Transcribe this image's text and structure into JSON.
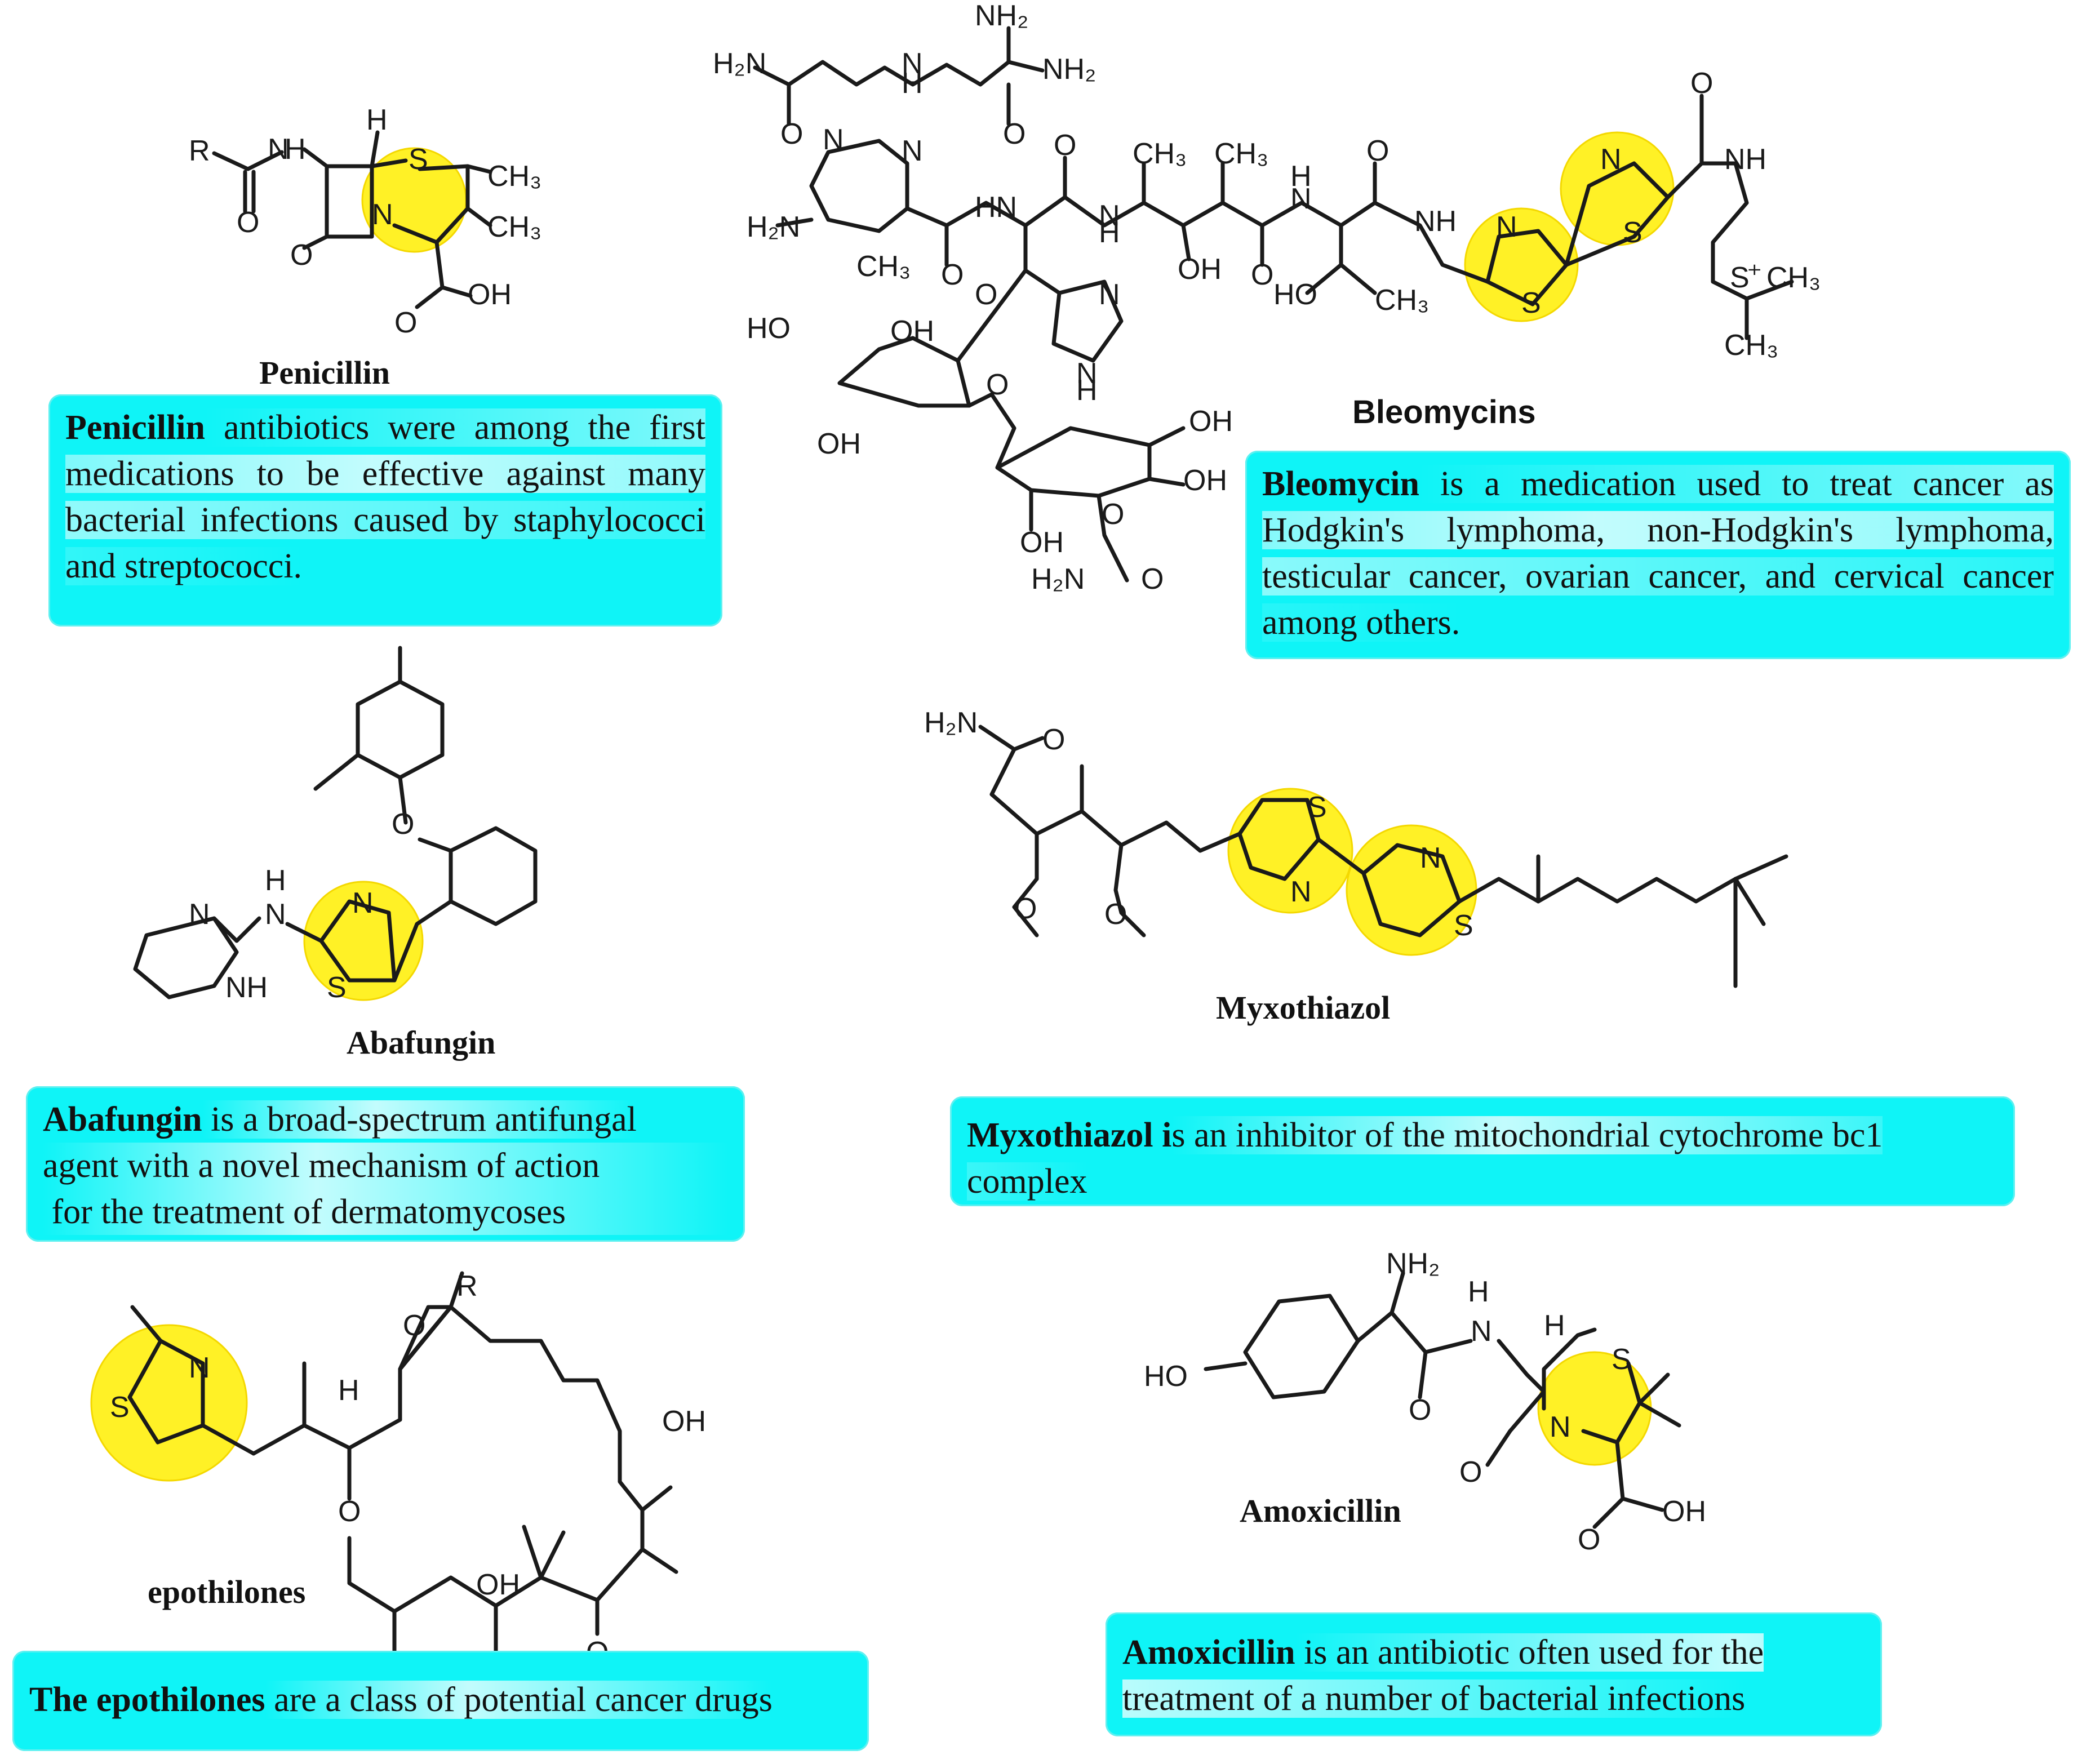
{
  "compounds": {
    "penicillin": {
      "name": "Penicillin",
      "desc_bold": "Penicillin",
      "desc": " antibiotics were among the first medications to be effective against many bacterial infections caused by staphylococci and streptococci."
    },
    "bleomycin": {
      "name": "Bleomycins",
      "desc_bold": "Bleomycin",
      "desc": " is a medication used to treat cancer as Hodgkin's lymphoma, non-Hodgkin's lymphoma, testicular cancer, ovarian cancer, and cervical cancer among others."
    },
    "abafungin": {
      "name": "Abafungin",
      "desc_bold": "Abafungin",
      "desc_line1": " is a broad-spectrum antifungal",
      "desc_line2": "agent with a novel mechanism of action",
      "desc_line3": " for the treatment of dermatomycoses"
    },
    "myxothiazol": {
      "name": "Myxothiazol",
      "desc_bold": "Myxothiazol i",
      "desc": "s an inhibitor of the mitochondrial cytochrome bc1 complex"
    },
    "epothilones": {
      "name": "epothilones",
      "desc_bold": "The epothilones",
      "desc": " are a class of potential cancer drugs"
    },
    "amoxicillin": {
      "name": "Amoxicillin",
      "desc_bold": "Amoxicillin",
      "desc": " is an antibiotic often used for the treatment of a number of bacterial infections"
    }
  },
  "atom_labels": {
    "R": "R",
    "H": "H",
    "S": "S",
    "N": "N",
    "O": "O",
    "NH": "NH",
    "OH": "OH",
    "HO": "HO",
    "CH3": "CH3",
    "NH2": "NH2",
    "H2N": "H2N",
    "HN": "HN",
    "CH3_sub": "CH₃",
    "S_plus": "S⁺"
  },
  "colors": {
    "box": "#0ff4f7",
    "highlight": "#ffee00",
    "ink": "#1a1a1a"
  }
}
